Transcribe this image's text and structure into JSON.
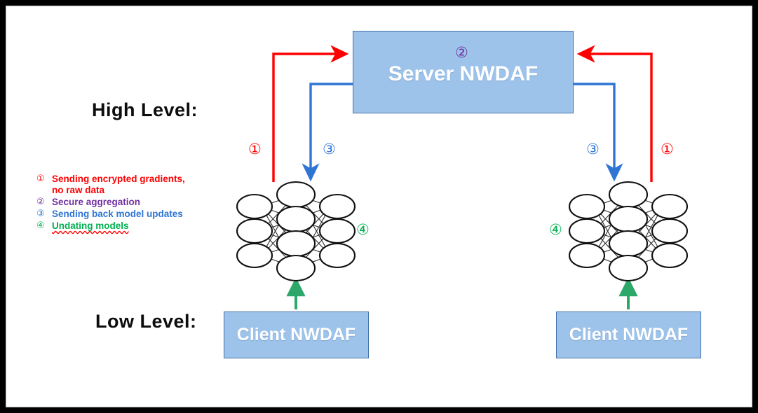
{
  "diagram": {
    "sections": {
      "high_level_label": "High Level:",
      "low_level_label": "Low Level:"
    },
    "nodes": {
      "server": {
        "label": "Server NWDAF",
        "marker": "②",
        "marker_color": "#7030A0",
        "fill": "#9DC3EB",
        "border": "#4472A8",
        "text_color": "#FFFFFF"
      },
      "client_left": {
        "label": "Client NWDAF",
        "fill": "#9DC3EB",
        "border": "#4472A8",
        "text_color": "#FFFFFF"
      },
      "client_right": {
        "label": "Client NWDAF",
        "fill": "#9DC3EB",
        "border": "#4472A8",
        "text_color": "#FFFFFF"
      },
      "neural_net_left": {
        "name": "neural-network",
        "layers": [
          3,
          4,
          3
        ]
      },
      "neural_net_right": {
        "name": "neural-network",
        "layers": [
          3,
          4,
          3
        ]
      }
    },
    "edge_markers": {
      "left_upload": "①",
      "left_download": "③",
      "right_download": "③",
      "right_upload": "①",
      "left_update": "④",
      "right_update": "④"
    },
    "colors": {
      "upload_red": "#FF0000",
      "download_blue": "#2E75D4",
      "update_green": "#2EA86A",
      "aggregation_purple": "#7030A0",
      "box_blue": "#9DC3EB",
      "border_black": "#000000"
    },
    "legend": [
      {
        "marker": "①",
        "text": "Sending encrypted gradients, no raw data",
        "line1": "Sending encrypted gradients,",
        "line2": "no raw data",
        "color": "#FF0000",
        "misspelled": false
      },
      {
        "marker": "②",
        "text": "Secure aggregation",
        "line1": "Secure aggregation",
        "line2": "",
        "color": "#7030A0",
        "misspelled": false
      },
      {
        "marker": "③",
        "text": "Sending back model updates",
        "line1": "Sending back model updates",
        "line2": "",
        "color": "#2E75D4",
        "misspelled": false
      },
      {
        "marker": "④",
        "text": "Undating models",
        "line1": "Undating models",
        "line2": "",
        "color": "#00B050",
        "misspelled": true
      }
    ]
  }
}
